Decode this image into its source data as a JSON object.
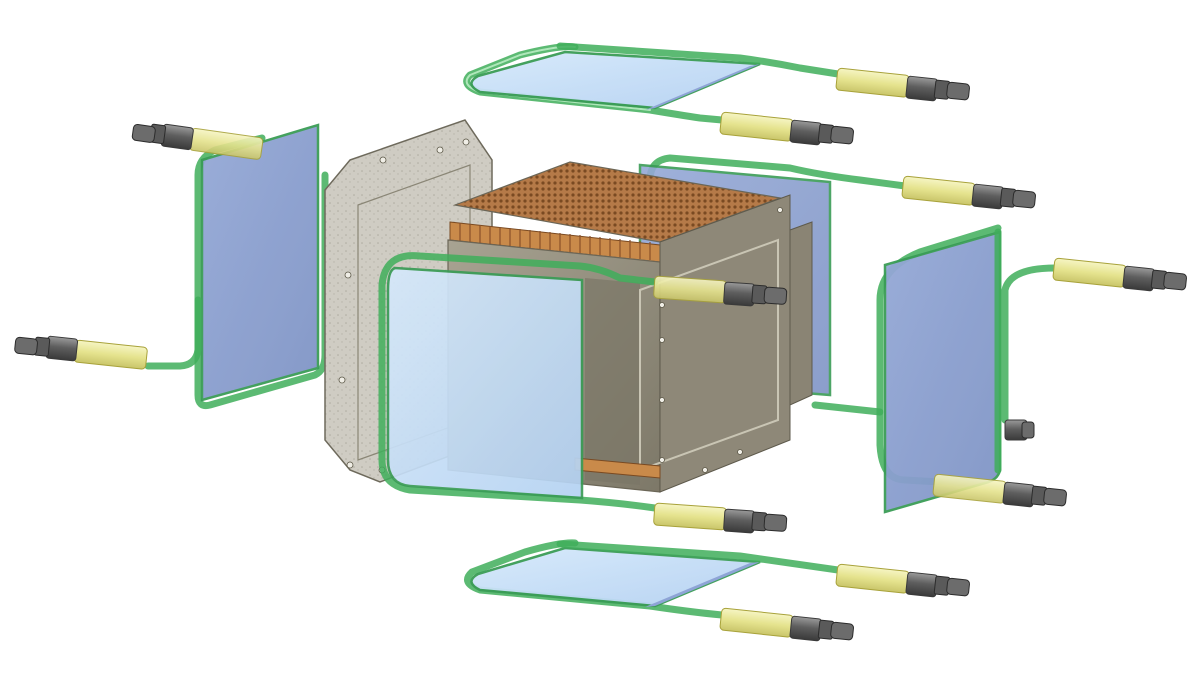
{
  "figure": {
    "caption": ""
  },
  "colors": {
    "background": "#ffffff",
    "plate_light": "#c8e0f8",
    "plate_dark": "#8aa0d0",
    "tube": "#3fae5a",
    "sleeve": "#e8e79a",
    "fitting": "#6a6a6a",
    "housing": "#9a9482",
    "cover_plate": "#c9c6bd",
    "coil": "#c87a3a"
  },
  "icons": [
    "cooling-plate-top",
    "cooling-plate-bottom",
    "cooling-plate-left",
    "cooling-plate-right",
    "cooling-plate-front",
    "cooling-plate-back",
    "cover-plate",
    "central-housing",
    "coolant-fitting"
  ]
}
